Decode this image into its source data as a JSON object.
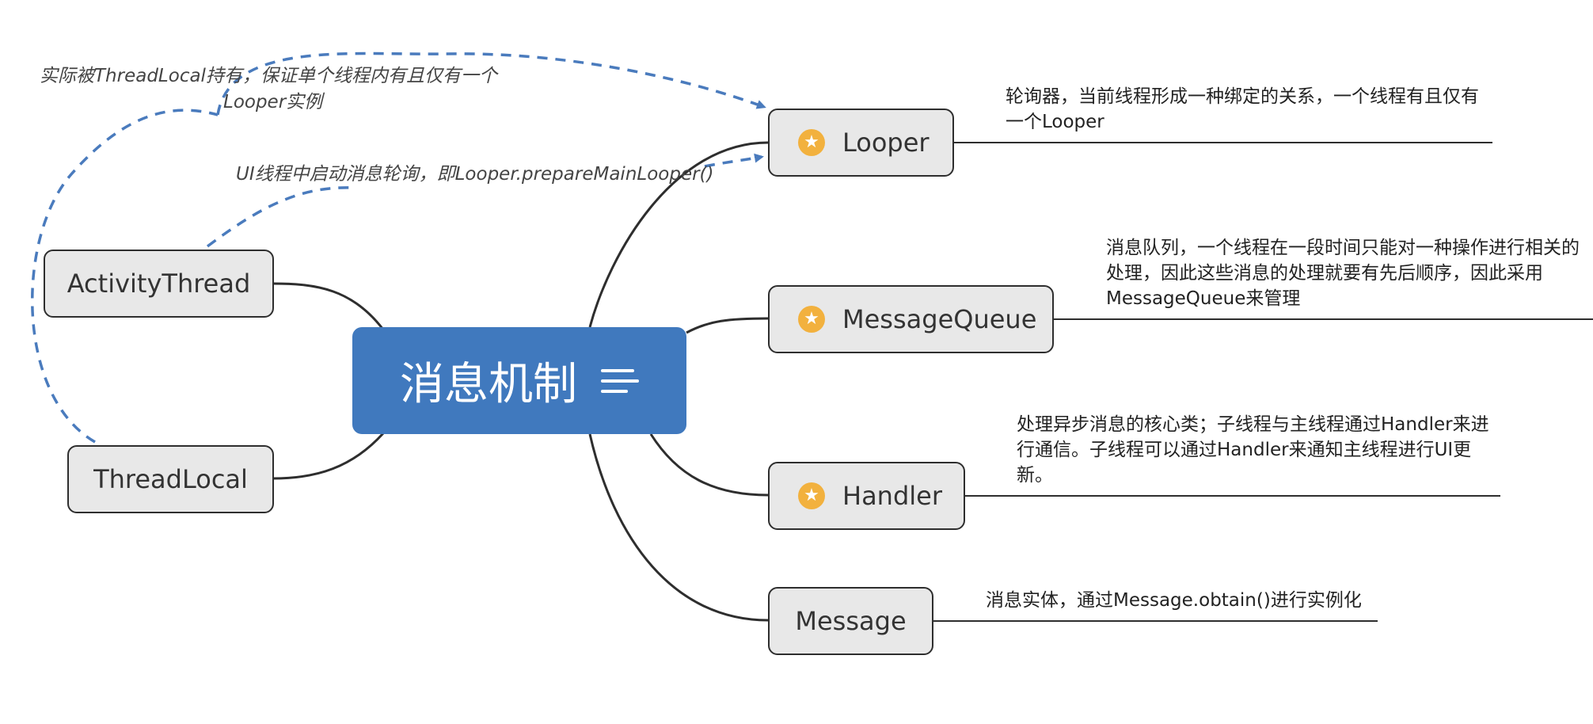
{
  "central": {
    "label": "消息机制"
  },
  "nodes": {
    "looper": {
      "label": "Looper",
      "note": "轮询器，当前线程形成一种绑定的关系，一个线程有且仅有一个Looper"
    },
    "message_queue": {
      "label": "MessageQueue",
      "note": "消息队列，一个线程在一段时间只能对一种操作进行相关的处理，因此这些消息的处理就要有先后顺序，因此采用MessageQueue来管理"
    },
    "handler": {
      "label": "Handler",
      "note": "处理异步消息的核心类；子线程与主线程通过Handler来进行通信。子线程可以通过Handler来通知主线程进行UI更新。"
    },
    "message": {
      "label": "Message",
      "note": "消息实体，通过Message.obtain()进行实例化"
    },
    "activity_thread": {
      "label": "ActivityThread"
    },
    "thread_local": {
      "label": "ThreadLocal"
    }
  },
  "annotations": {
    "thread_local_to_looper_line1": "实际被ThreadLocal持有，保证单个线程内有且仅有一个",
    "thread_local_to_looper_line2": "Looper实例",
    "activity_thread_to_looper": "UI线程中启动消息轮询，即Looper.prepareMainLooper()"
  },
  "colors": {
    "central_bg": "#4079be",
    "node_bg": "#e8e8e8",
    "star": "#f2b13e",
    "dashed_arrow": "#4a7bbd"
  },
  "icons": {
    "star": "star-icon",
    "menu": "hamburger-icon"
  }
}
